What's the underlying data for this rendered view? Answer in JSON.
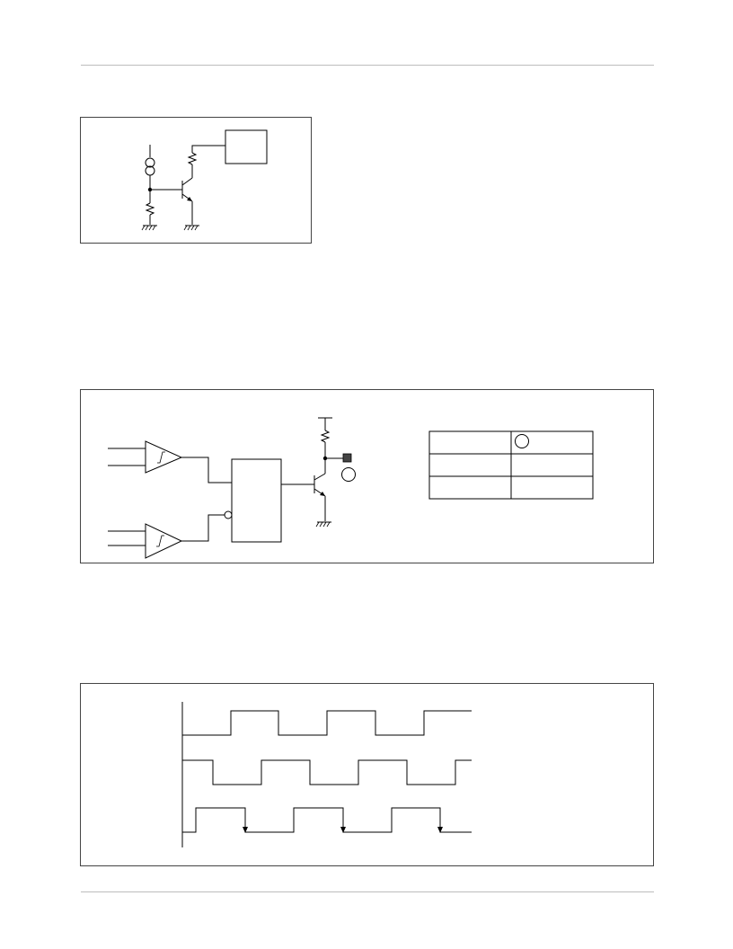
{
  "page": {
    "header_rule": true,
    "footer_rule": true
  },
  "figures": [
    {
      "id": "figure-1",
      "kind": "transistor-driver-circuit"
    },
    {
      "id": "figure-2",
      "kind": "logic-gate-output-circuit"
    },
    {
      "id": "figure-3",
      "kind": "timing-diagram"
    }
  ],
  "figure2_table": {
    "columns": 2,
    "rows": 3,
    "header_circle_marker": true,
    "cells": []
  },
  "timing": {
    "signals": 3,
    "signal_1": {
      "type": "clock",
      "start_level": "low"
    },
    "signal_2": {
      "type": "clock",
      "start_level": "high",
      "phase": "shifted"
    },
    "signal_3": {
      "type": "pulse",
      "start_level": "low",
      "falling_edge_arrows": true
    }
  },
  "colors": {
    "line": "#000000",
    "frame": "#444444",
    "rule": "#bdbdbd",
    "pad": "#444444"
  }
}
